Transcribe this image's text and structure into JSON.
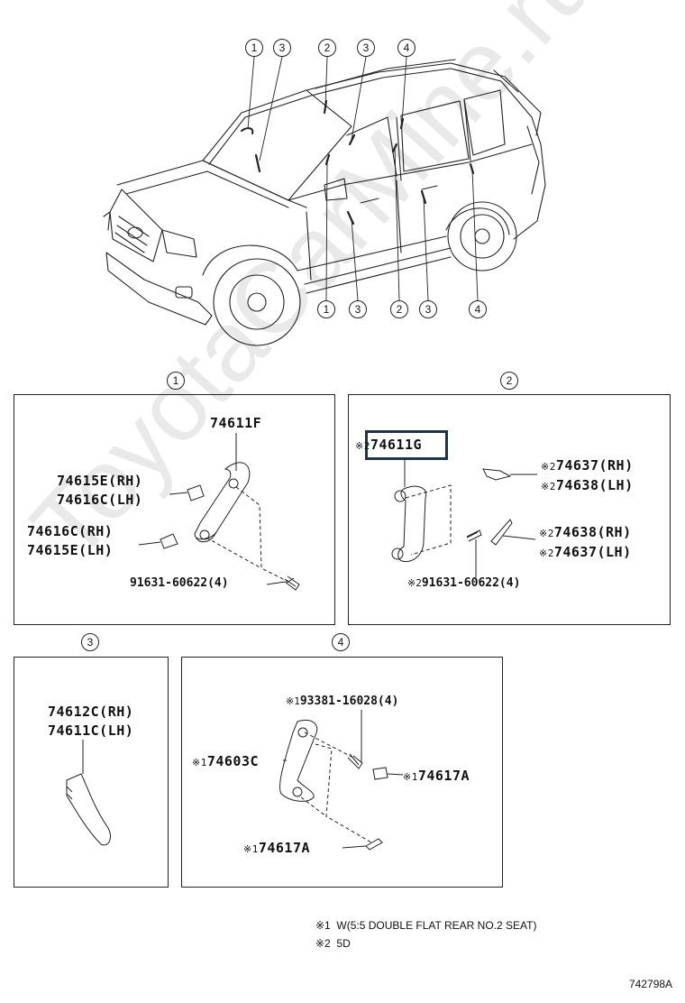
{
  "watermark": "ToyotaCarMine.ru",
  "vehicle_callouts": {
    "top": [
      "1",
      "3",
      "2",
      "3",
      "4"
    ],
    "bottom": [
      "1",
      "3",
      "2",
      "3",
      "4"
    ]
  },
  "section_numbers": {
    "s1": "1",
    "s2": "2",
    "s3": "3",
    "s4": "4"
  },
  "section1": {
    "handle": "74611F",
    "cap_a_rh": "74615E(RH)",
    "cap_a_lh": "74616C(LH)",
    "cap_b_rh": "74616C(RH)",
    "cap_b_lh": "74615E(LH)",
    "screw": "91631-60622(4)"
  },
  "section2": {
    "mark": "※2",
    "handle": "74611G",
    "cover_a_rh": "74637(RH)",
    "cover_a_lh": "74638(LH)",
    "cover_b_rh": "74638(RH)",
    "cover_b_lh": "74637(LH)",
    "screw": "91631-60622(4)"
  },
  "section3": {
    "grip_rh": "74612C(RH)",
    "grip_lh": "74611C(LH)"
  },
  "section4": {
    "mark": "※1",
    "screw": "93381-16028(4)",
    "handle": "74603C",
    "cap_right": "74617A",
    "cap_bottom": "74617A"
  },
  "notes": {
    "n1_mark": "※1",
    "n1_text": "W(5:5 DOUBLE FLAT REAR NO.2 SEAT)",
    "n2_mark": "※2",
    "n2_text": "5D"
  },
  "diagram_code": "742798A"
}
